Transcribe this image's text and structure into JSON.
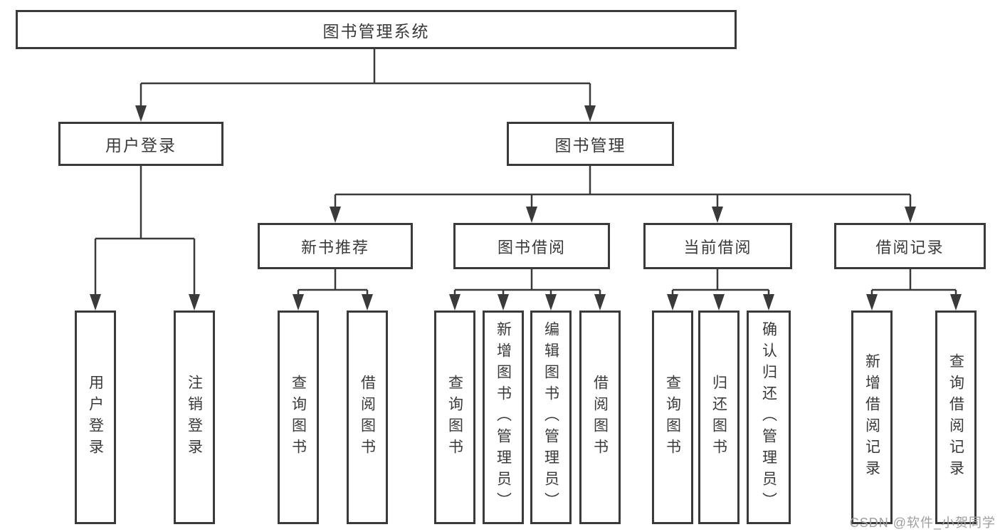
{
  "diagram": {
    "root": {
      "label": "图书管理系统"
    },
    "branches": [
      {
        "label": "用户登录",
        "leaves": [
          "用户登录",
          "注销登录"
        ]
      },
      {
        "label": "图书管理",
        "children": [
          {
            "label": "新书推荐",
            "leaves": [
              "查询图书",
              "借阅图书"
            ]
          },
          {
            "label": "图书借阅",
            "leaves": [
              "查询图书",
              "新增图书（管理员）",
              "编辑图书（管理员）",
              "借阅图书"
            ]
          },
          {
            "label": "当前借阅",
            "leaves": [
              "查询图书",
              "归还图书",
              "确认归还（管理员）"
            ]
          },
          {
            "label": "借阅记录",
            "leaves": [
              "新增借阅记录",
              "查询借阅记录"
            ]
          }
        ]
      }
    ]
  },
  "watermark": "CSDN @软件_小贺同学",
  "colors": {
    "line": "#3a3a3a",
    "text": "#3a3a3a",
    "watermark": "#9e9e9e",
    "background": "#ffffff"
  }
}
